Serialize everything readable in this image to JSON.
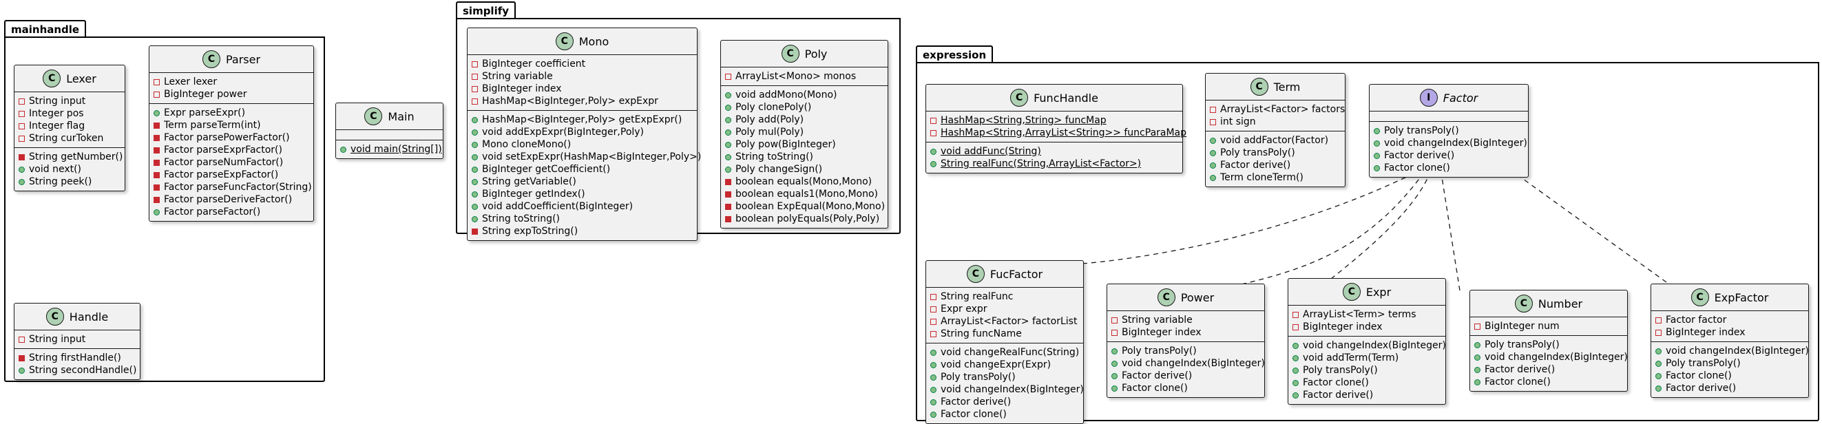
{
  "packages": {
    "mainhandle": "mainhandle",
    "simplify": "simplify",
    "expression": "expression"
  },
  "classes": {
    "lexer": {
      "name": "Lexer",
      "stereotype": "C",
      "fields": [
        {
          "vis": "private",
          "text": "String input"
        },
        {
          "vis": "private",
          "text": "Integer pos"
        },
        {
          "vis": "private",
          "text": "Integer flag"
        },
        {
          "vis": "private",
          "text": "String curToken"
        }
      ],
      "methods": [
        {
          "vis": "private",
          "text": "String getNumber()"
        },
        {
          "vis": "public",
          "text": "void next()"
        },
        {
          "vis": "public",
          "text": "String peek()"
        }
      ]
    },
    "parser": {
      "name": "Parser",
      "stereotype": "C",
      "fields": [
        {
          "vis": "private",
          "text": "Lexer lexer"
        },
        {
          "vis": "private",
          "text": "BigInteger power"
        }
      ],
      "methods": [
        {
          "vis": "public",
          "text": "Expr parseExpr()"
        },
        {
          "vis": "private",
          "text": "Term parseTerm(int)"
        },
        {
          "vis": "private",
          "text": "Factor parsePowerFactor()"
        },
        {
          "vis": "private",
          "text": "Factor parseExprFactor()"
        },
        {
          "vis": "private",
          "text": "Factor parseNumFactor()"
        },
        {
          "vis": "private",
          "text": "Factor parseExpFactor()"
        },
        {
          "vis": "private",
          "text": "Factor parseFuncFactor(String)"
        },
        {
          "vis": "private",
          "text": "Factor parseDeriveFactor()"
        },
        {
          "vis": "public",
          "text": "Factor parseFactor()"
        }
      ]
    },
    "handle": {
      "name": "Handle",
      "stereotype": "C",
      "fields": [
        {
          "vis": "private",
          "text": "String input"
        }
      ],
      "methods": [
        {
          "vis": "private",
          "text": "String firstHandle()"
        },
        {
          "vis": "public",
          "text": "String secondHandle()"
        }
      ]
    },
    "main": {
      "name": "Main",
      "stereotype": "C",
      "fields": [],
      "methods": [
        {
          "vis": "public",
          "text": "void main(String[])",
          "static": true
        }
      ]
    },
    "mono": {
      "name": "Mono",
      "stereotype": "C",
      "fields": [
        {
          "vis": "private",
          "text": "BigInteger coefficient"
        },
        {
          "vis": "private",
          "text": "String variable"
        },
        {
          "vis": "private",
          "text": "BigInteger index"
        },
        {
          "vis": "private",
          "text": "HashMap<BigInteger,Poly> expExpr"
        }
      ],
      "methods": [
        {
          "vis": "public",
          "text": "HashMap<BigInteger,Poly> getExpExpr()"
        },
        {
          "vis": "public",
          "text": "void addExpExpr(BigInteger,Poly)"
        },
        {
          "vis": "public",
          "text": "Mono cloneMono()"
        },
        {
          "vis": "public",
          "text": "void setExpExpr(HashMap<BigInteger,Poly>)"
        },
        {
          "vis": "public",
          "text": "BigInteger getCoefficient()"
        },
        {
          "vis": "public",
          "text": "String getVariable()"
        },
        {
          "vis": "public",
          "text": "BigInteger getIndex()"
        },
        {
          "vis": "public",
          "text": "void addCoefficient(BigInteger)"
        },
        {
          "vis": "public",
          "text": "String toString()"
        },
        {
          "vis": "private",
          "text": "String expToString()"
        }
      ]
    },
    "poly": {
      "name": "Poly",
      "stereotype": "C",
      "fields": [
        {
          "vis": "private",
          "text": "ArrayList<Mono> monos"
        }
      ],
      "methods": [
        {
          "vis": "public",
          "text": "void addMono(Mono)"
        },
        {
          "vis": "public",
          "text": "Poly clonePoly()"
        },
        {
          "vis": "public",
          "text": "Poly add(Poly)"
        },
        {
          "vis": "public",
          "text": "Poly mul(Poly)"
        },
        {
          "vis": "public",
          "text": "Poly pow(BigInteger)"
        },
        {
          "vis": "public",
          "text": "String toString()"
        },
        {
          "vis": "public",
          "text": "Poly changeSign()"
        },
        {
          "vis": "private",
          "text": "boolean equals(Mono,Mono)"
        },
        {
          "vis": "private",
          "text": "boolean equals1(Mono,Mono)"
        },
        {
          "vis": "private",
          "text": "boolean ExpEqual(Mono,Mono)"
        },
        {
          "vis": "private",
          "text": "boolean polyEquals(Poly,Poly)"
        }
      ]
    },
    "funchandle": {
      "name": "FuncHandle",
      "stereotype": "C",
      "fields": [
        {
          "vis": "private",
          "text": "HashMap<String,String> funcMap",
          "static": true
        },
        {
          "vis": "private",
          "text": "HashMap<String,ArrayList<String>> funcParaMap",
          "static": true
        }
      ],
      "methods": [
        {
          "vis": "public",
          "text": "void addFunc(String)",
          "static": true
        },
        {
          "vis": "public",
          "text": "String realFunc(String,ArrayList<Factor>)",
          "static": true
        }
      ]
    },
    "term": {
      "name": "Term",
      "stereotype": "C",
      "fields": [
        {
          "vis": "private",
          "text": "ArrayList<Factor> factors"
        },
        {
          "vis": "private",
          "text": "int sign"
        }
      ],
      "methods": [
        {
          "vis": "public",
          "text": "void addFactor(Factor)"
        },
        {
          "vis": "public",
          "text": "Poly transPoly()"
        },
        {
          "vis": "public",
          "text": "Factor derive()"
        },
        {
          "vis": "public",
          "text": "Term cloneTerm()"
        }
      ]
    },
    "factor": {
      "name": "Factor",
      "stereotype": "I",
      "fields": [],
      "methods": [
        {
          "vis": "public",
          "text": "Poly transPoly()"
        },
        {
          "vis": "public",
          "text": "void changeIndex(BigInteger)"
        },
        {
          "vis": "public",
          "text": "Factor derive()"
        },
        {
          "vis": "public",
          "text": "Factor clone()"
        }
      ]
    },
    "fucfactor": {
      "name": "FucFactor",
      "stereotype": "C",
      "fields": [
        {
          "vis": "private",
          "text": "String realFunc"
        },
        {
          "vis": "private",
          "text": "Expr expr"
        },
        {
          "vis": "private",
          "text": "ArrayList<Factor> factorList"
        },
        {
          "vis": "private",
          "text": "String funcName"
        }
      ],
      "methods": [
        {
          "vis": "public",
          "text": "void changeRealFunc(String)"
        },
        {
          "vis": "public",
          "text": "void changeExpr(Expr)"
        },
        {
          "vis": "public",
          "text": "Poly transPoly()"
        },
        {
          "vis": "public",
          "text": "void changeIndex(BigInteger)"
        },
        {
          "vis": "public",
          "text": "Factor derive()"
        },
        {
          "vis": "public",
          "text": "Factor clone()"
        }
      ]
    },
    "power": {
      "name": "Power",
      "stereotype": "C",
      "fields": [
        {
          "vis": "private",
          "text": "String variable"
        },
        {
          "vis": "private",
          "text": "BigInteger index"
        }
      ],
      "methods": [
        {
          "vis": "public",
          "text": "Poly transPoly()"
        },
        {
          "vis": "public",
          "text": "void changeIndex(BigInteger)"
        },
        {
          "vis": "public",
          "text": "Factor derive()"
        },
        {
          "vis": "public",
          "text": "Factor clone()"
        }
      ]
    },
    "expr": {
      "name": "Expr",
      "stereotype": "C",
      "fields": [
        {
          "vis": "private",
          "text": "ArrayList<Term> terms"
        },
        {
          "vis": "private",
          "text": "BigInteger index"
        }
      ],
      "methods": [
        {
          "vis": "public",
          "text": "void changeIndex(BigInteger)"
        },
        {
          "vis": "public",
          "text": "void addTerm(Term)"
        },
        {
          "vis": "public",
          "text": "Poly transPoly()"
        },
        {
          "vis": "public",
          "text": "Factor clone()"
        },
        {
          "vis": "public",
          "text": "Factor derive()"
        }
      ]
    },
    "number": {
      "name": "Number",
      "stereotype": "C",
      "fields": [
        {
          "vis": "private",
          "text": "BigInteger num"
        }
      ],
      "methods": [
        {
          "vis": "public",
          "text": "Poly transPoly()"
        },
        {
          "vis": "public",
          "text": "void changeIndex(BigInteger)"
        },
        {
          "vis": "public",
          "text": "Factor derive()"
        },
        {
          "vis": "public",
          "text": "Factor clone()"
        }
      ]
    },
    "expfactor": {
      "name": "ExpFactor",
      "stereotype": "C",
      "fields": [
        {
          "vis": "private",
          "text": "Factor factor"
        },
        {
          "vis": "private",
          "text": "BigInteger index"
        }
      ],
      "methods": [
        {
          "vis": "public",
          "text": "void changeIndex(BigInteger)"
        },
        {
          "vis": "public",
          "text": "Poly transPoly()"
        },
        {
          "vis": "public",
          "text": "Factor clone()"
        },
        {
          "vis": "public",
          "text": "Factor derive()"
        }
      ]
    }
  },
  "relations": [
    {
      "from": "fucfactor",
      "to": "factor",
      "type": "realization"
    },
    {
      "from": "power",
      "to": "factor",
      "type": "realization"
    },
    {
      "from": "expr",
      "to": "factor",
      "type": "realization"
    },
    {
      "from": "number",
      "to": "factor",
      "type": "realization"
    },
    {
      "from": "expfactor",
      "to": "factor",
      "type": "realization"
    }
  ]
}
